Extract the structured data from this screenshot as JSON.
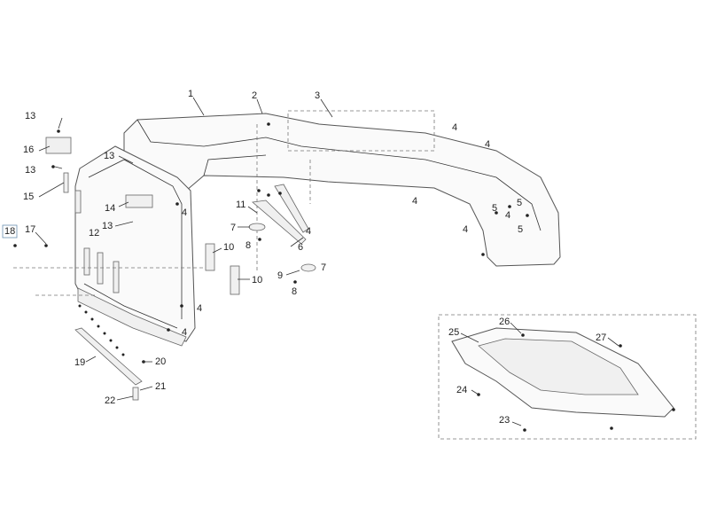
{
  "diagram": {
    "callouts": {
      "c1": "1",
      "c2": "2",
      "c3": "3",
      "c4a": "4",
      "c4b": "4",
      "c4c": "4",
      "c4d": "4",
      "c4e": "4",
      "c4f": "4",
      "c4g": "4",
      "c4h": "4",
      "c4i": "4",
      "c5a": "5",
      "c5b": "5",
      "c5c": "5",
      "c6": "6",
      "c7a": "7",
      "c7b": "7",
      "c8a": "8",
      "c8b": "8",
      "c9": "9",
      "c10a": "10",
      "c10b": "10",
      "c11": "11",
      "c12": "12",
      "c13a": "13",
      "c13b": "13",
      "c13c": "13",
      "c13d": "13",
      "c14": "14",
      "c15": "15",
      "c16": "16",
      "c17": "17",
      "c18": "18",
      "c19": "19",
      "c20": "20",
      "c21": "21",
      "c22": "22",
      "c23": "23",
      "c24": "24",
      "c25": "25",
      "c26": "26",
      "c27": "27"
    },
    "colors": {
      "line": "#333333",
      "fill": "#fafafa"
    }
  }
}
